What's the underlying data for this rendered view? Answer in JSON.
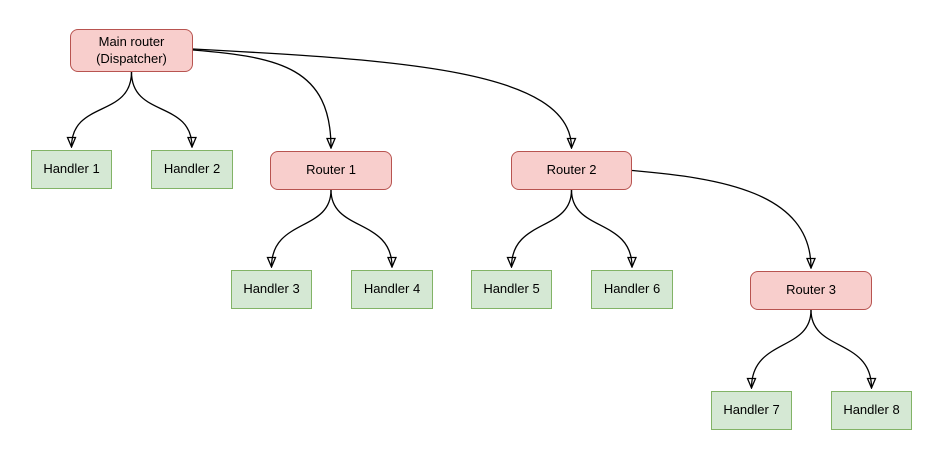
{
  "diagram": {
    "type": "tree-flowchart",
    "nodes": [
      {
        "id": "main-router",
        "label": "Main router (Dispatcher)",
        "kind": "router"
      },
      {
        "id": "handler-1",
        "label": "Handler 1",
        "kind": "handler"
      },
      {
        "id": "handler-2",
        "label": "Handler 2",
        "kind": "handler"
      },
      {
        "id": "router-1",
        "label": "Router 1",
        "kind": "router"
      },
      {
        "id": "router-2",
        "label": "Router 2",
        "kind": "router"
      },
      {
        "id": "handler-3",
        "label": "Handler 3",
        "kind": "handler"
      },
      {
        "id": "handler-4",
        "label": "Handler 4",
        "kind": "handler"
      },
      {
        "id": "handler-5",
        "label": "Handler 5",
        "kind": "handler"
      },
      {
        "id": "handler-6",
        "label": "Handler 6",
        "kind": "handler"
      },
      {
        "id": "router-3",
        "label": "Router 3",
        "kind": "router"
      },
      {
        "id": "handler-7",
        "label": "Handler 7",
        "kind": "handler"
      },
      {
        "id": "handler-8",
        "label": "Handler 8",
        "kind": "handler"
      }
    ],
    "edges": [
      {
        "from": "main-router",
        "to": "handler-1"
      },
      {
        "from": "main-router",
        "to": "handler-2"
      },
      {
        "from": "main-router",
        "to": "router-1"
      },
      {
        "from": "main-router",
        "to": "router-2"
      },
      {
        "from": "router-1",
        "to": "handler-3"
      },
      {
        "from": "router-1",
        "to": "handler-4"
      },
      {
        "from": "router-2",
        "to": "handler-5"
      },
      {
        "from": "router-2",
        "to": "handler-6"
      },
      {
        "from": "router-2",
        "to": "router-3"
      },
      {
        "from": "router-3",
        "to": "handler-7"
      },
      {
        "from": "router-3",
        "to": "handler-8"
      }
    ],
    "colors": {
      "router_fill": "#f8cecc",
      "router_border": "#b85450",
      "handler_fill": "#d5e8d4",
      "handler_border": "#82b366",
      "edge": "#000000",
      "text": "#000000",
      "background": "#ffffff"
    }
  }
}
